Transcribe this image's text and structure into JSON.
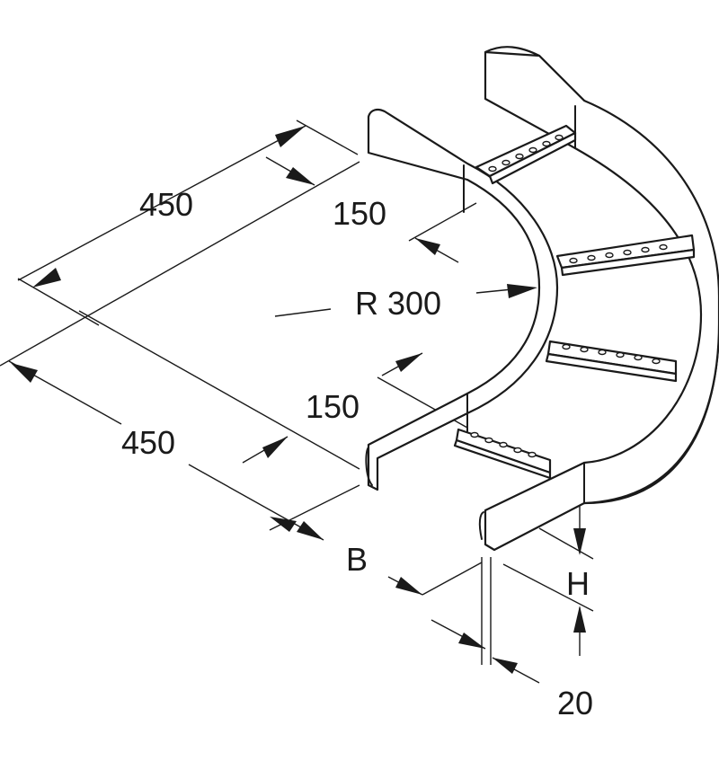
{
  "labels": {
    "length_top": "450",
    "length_bottom": "450",
    "straight_top": "150",
    "straight_bottom": "150",
    "radius": "R 300",
    "width": "B",
    "height": "H",
    "flange": "20"
  }
}
